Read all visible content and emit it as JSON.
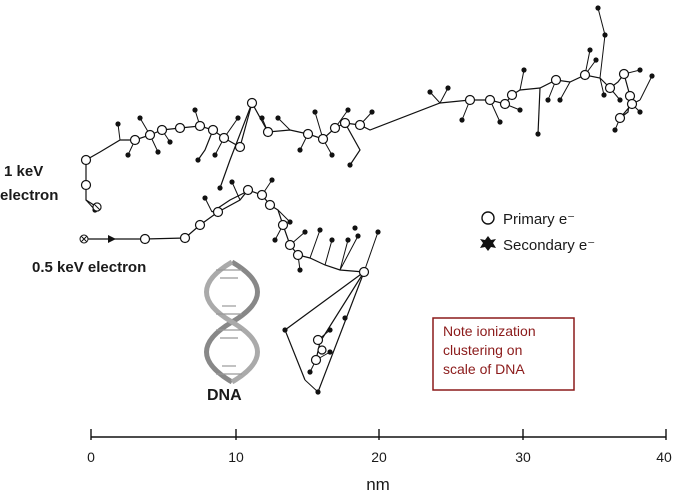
{
  "labels": {
    "electron_1kev_line1": "1 keV",
    "electron_1kev_line2": "electron",
    "electron_05kev": "0.5 keV electron",
    "dna": "DNA"
  },
  "legend": {
    "primary": "Primary e⁻",
    "secondary": "Secondary e⁻"
  },
  "note": {
    "line1": "Note ionization",
    "line2": "clustering on",
    "line3": "scale of DNA",
    "color": "#8b1a1a"
  },
  "axis": {
    "label": "nm",
    "range": [
      0,
      40
    ],
    "ticks": [
      "0",
      "10",
      "20",
      "30",
      "40"
    ]
  },
  "icons": [
    "open-circle-primary-icon",
    "filled-dot-secondary-icon",
    "dna-helix-icon"
  ]
}
